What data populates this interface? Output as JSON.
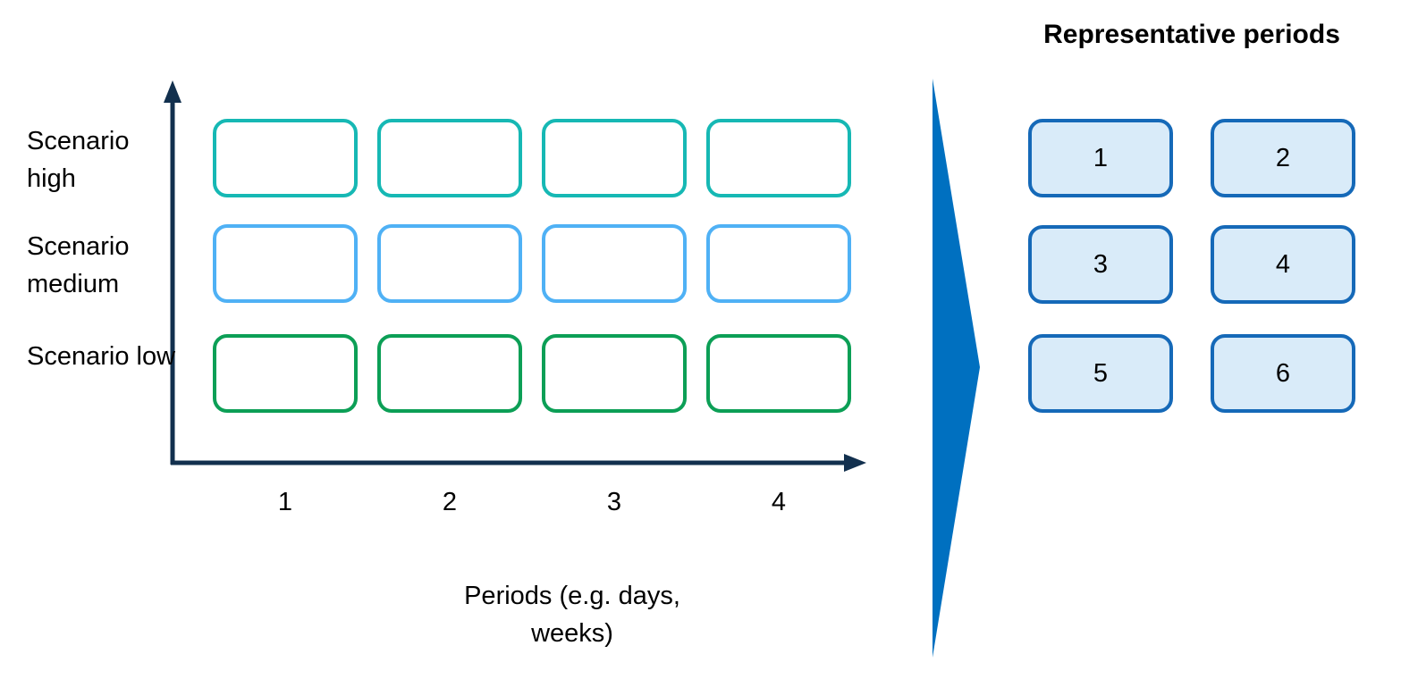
{
  "left_chart": {
    "rows": [
      {
        "label": "Scenario high",
        "color": "#16B8B4"
      },
      {
        "label": "Scenario medium",
        "color": "#4FB1F5"
      },
      {
        "label": "Scenario low",
        "color": "#0C9F56"
      }
    ],
    "columns": 4,
    "x_ticks": [
      "1",
      "2",
      "3",
      "4"
    ],
    "x_axis_label": "Periods (e.g. days, weeks)",
    "axis_color": "#12304E"
  },
  "arrow": {
    "color": "#0070C0"
  },
  "right_panel": {
    "title": "Representative periods",
    "box_border_color": "#1569B8",
    "box_fill_color": "#D9EBF9",
    "periods": [
      "1",
      "2",
      "3",
      "4",
      "5",
      "6"
    ]
  }
}
